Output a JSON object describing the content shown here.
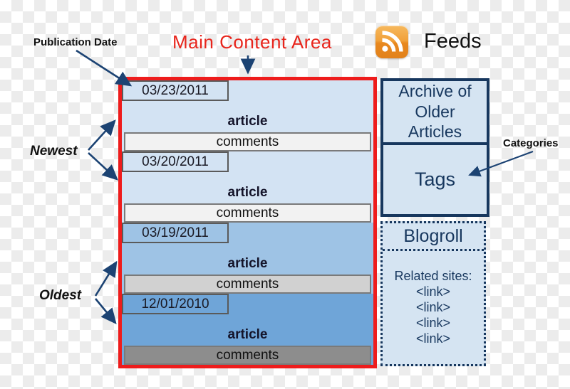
{
  "annotations": {
    "publication_date_label": "Publication Date",
    "main_content_label": "Main Content Area",
    "newest_label": "Newest",
    "oldest_label": "Oldest",
    "categories_label": "Categories",
    "feeds_label": "Feeds"
  },
  "main_content": {
    "posts": [
      {
        "date": "03/23/2011",
        "article": "article",
        "comments": "comments"
      },
      {
        "date": "03/20/2011",
        "article": "article",
        "comments": "comments"
      },
      {
        "date": "03/19/2011",
        "article": "article",
        "comments": "comments"
      },
      {
        "date": "12/01/2010",
        "article": "article",
        "comments": "comments"
      }
    ]
  },
  "sidebar": {
    "archive_label": "Archive of\nOlder\nArticles",
    "tags_label": "Tags",
    "blogroll_label": "Blogroll",
    "related_sites_label": "Related sites:",
    "links": [
      "<link>",
      "<link>",
      "<link>",
      "<link>"
    ]
  },
  "colors": {
    "main_border_red": "#ee1c1c",
    "sidebar_navy": "#17375e",
    "arrow_navy": "#1c4373",
    "newest_article_bg": "#d3e3f3",
    "older_article_bg": "#9ec3e5",
    "oldest_article_bg": "#6fa5d8",
    "newest_comments_bg": "#f2f2f2",
    "older_comments_bg": "#d1d1d1",
    "oldest_comments_bg": "#8d8d8d",
    "rss_icon_orange": "#ef941f",
    "main_content_label_red": "#e8251c"
  }
}
